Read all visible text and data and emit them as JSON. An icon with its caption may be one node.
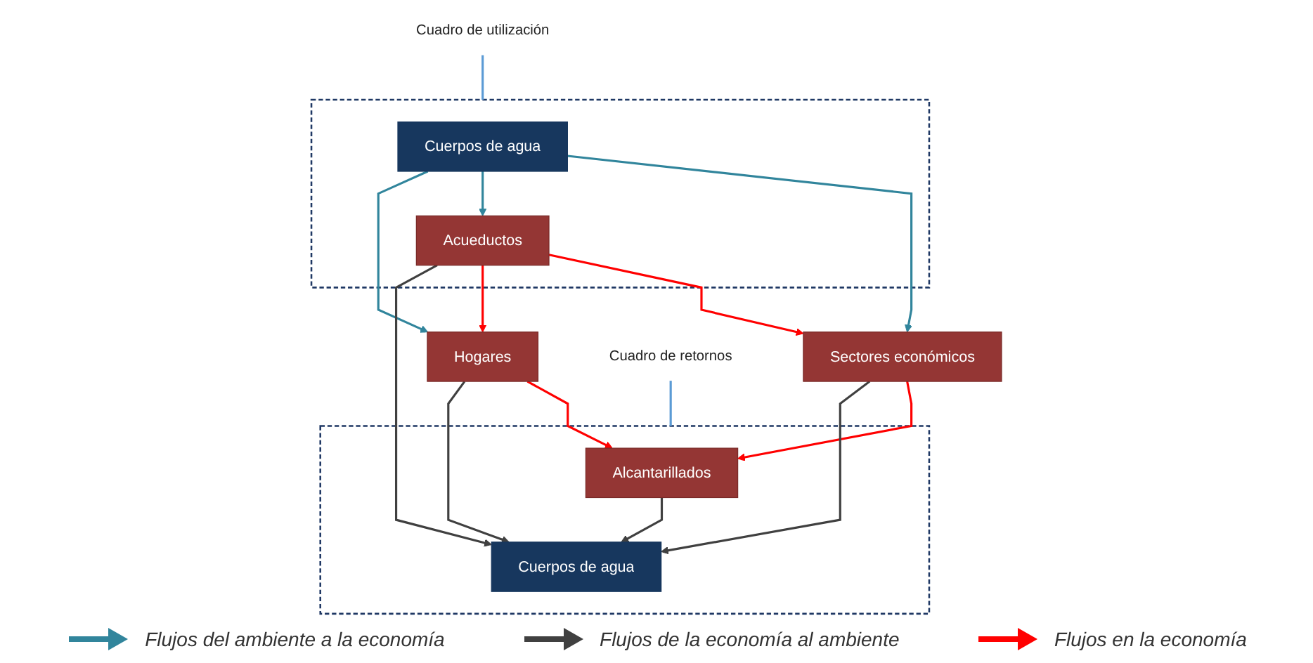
{
  "diagram": {
    "nodes": [
      {
        "text": [
          "Cuadro de utilización"
        ]
      },
      {
        "text": [],
        "shape": "box"
      },
      {
        "text": [
          "Cuerpos de agua"
        ],
        "in": 1
      },
      {
        "text": [
          "Acueductos"
        ],
        "in": 1
      },
      {
        "text": [
          "Sectores económicos"
        ]
      },
      {
        "text": [
          "Hogares"
        ]
      },
      {
        "text": [
          "Cuadro de retornos"
        ]
      },
      {
        "text": [],
        "shape": "box"
      },
      {
        "text": [
          "Alcantarillados"
        ],
        "in": 7
      },
      {
        "text": [
          "Cuerpos de agua"
        ],
        "in": 7
      }
    ],
    "edges": [
      {
        "from": 0,
        "to": 1,
        "arrow": "none",
        "color": "#5b9bd5"
      },
      {
        "from": 2,
        "to": 4,
        "arrow": "to",
        "color": "#31859c"
      },
      {
        "from": 2,
        "to": 3,
        "arrow": "to",
        "color": "#31859c"
      },
      {
        "from": 2,
        "to": 5,
        "arrow": "to",
        "color": "#31859c"
      },
      {
        "from": 3,
        "to": 4,
        "arrow": "to",
        "color": "#ff0000"
      },
      {
        "from": 3,
        "to": 5,
        "arrow": "to",
        "color": "#ff0000"
      },
      {
        "from": 3,
        "to": 9,
        "arrow": "to",
        "color": "#404040"
      },
      {
        "from": 4,
        "to": 8,
        "arrow": "to",
        "color": "#ff0000"
      },
      {
        "from": 5,
        "to": 8,
        "arrow": "to",
        "color": "#ff0000"
      },
      {
        "from": 4,
        "to": 9,
        "arrow": "to",
        "color": "#404040"
      },
      {
        "from": 8,
        "to": 9,
        "arrow": "to",
        "color": "#404040"
      },
      {
        "from": 5,
        "to": 9,
        "arrow": "to",
        "color": "#404040"
      },
      {
        "from": 6,
        "to": 7,
        "arrow": "none",
        "color": "#5b9bd5"
      }
    ],
    "legend": [
      {
        "text": "Flujos del ambiente a la economía",
        "color": "#31859c"
      },
      {
        "text": "Flujos de la economía al ambiente",
        "color": "#404040"
      },
      {
        "text": "Flujos en la economía",
        "color": "#ff0000"
      }
    ]
  }
}
